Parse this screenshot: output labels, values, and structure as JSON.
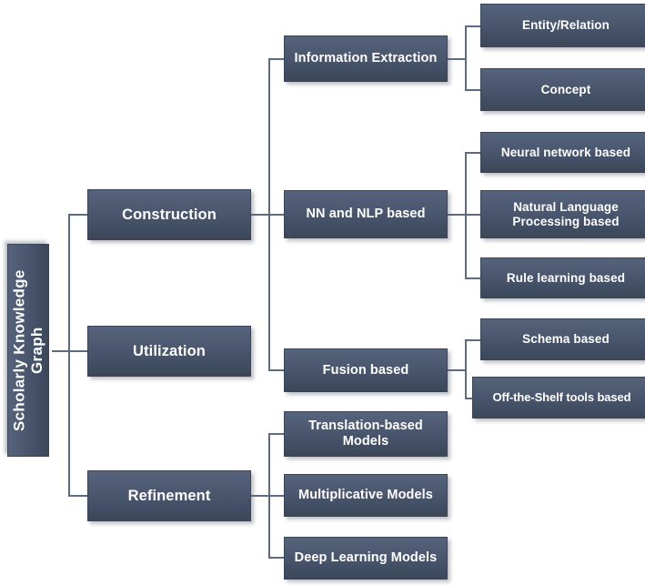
{
  "diagram": {
    "title": "Scholarly Knowledge Graph taxonomy",
    "root": {
      "label": "Scholarly Knowledge Graph"
    },
    "colors": {
      "node_top": "#56637c",
      "node_bottom": "#3c4858",
      "node_border": "#3a4557",
      "connector": "#5d6b82",
      "text": "#ffffff",
      "background": "#ffffff"
    },
    "level1": [
      {
        "label": "Construction"
      },
      {
        "label": "Utilization"
      },
      {
        "label": "Refinement"
      }
    ],
    "level2": [
      {
        "label": "Information Extraction",
        "parent": "Construction"
      },
      {
        "label": "NN and NLP based",
        "parent": "Construction"
      },
      {
        "label": "Fusion based",
        "parent": "Construction"
      },
      {
        "label": "Translation-based\nModels",
        "parent": "Refinement"
      },
      {
        "label": "Multiplicative Models",
        "parent": "Refinement"
      },
      {
        "label": "Deep Learning Models",
        "parent": "Refinement"
      }
    ],
    "level3": [
      {
        "label": "Entity/Relation",
        "parent": "Information Extraction"
      },
      {
        "label": "Concept",
        "parent": "Information Extraction"
      },
      {
        "label": "Neural network based",
        "parent": "NN and NLP based"
      },
      {
        "label": "Natural Language\nProcessing based",
        "parent": "NN and NLP based"
      },
      {
        "label": "Rule learning based",
        "parent": "NN and NLP based"
      },
      {
        "label": "Schema based",
        "parent": "Fusion based"
      },
      {
        "label": "Off-the-Shelf tools based",
        "parent": "Fusion based"
      }
    ]
  }
}
